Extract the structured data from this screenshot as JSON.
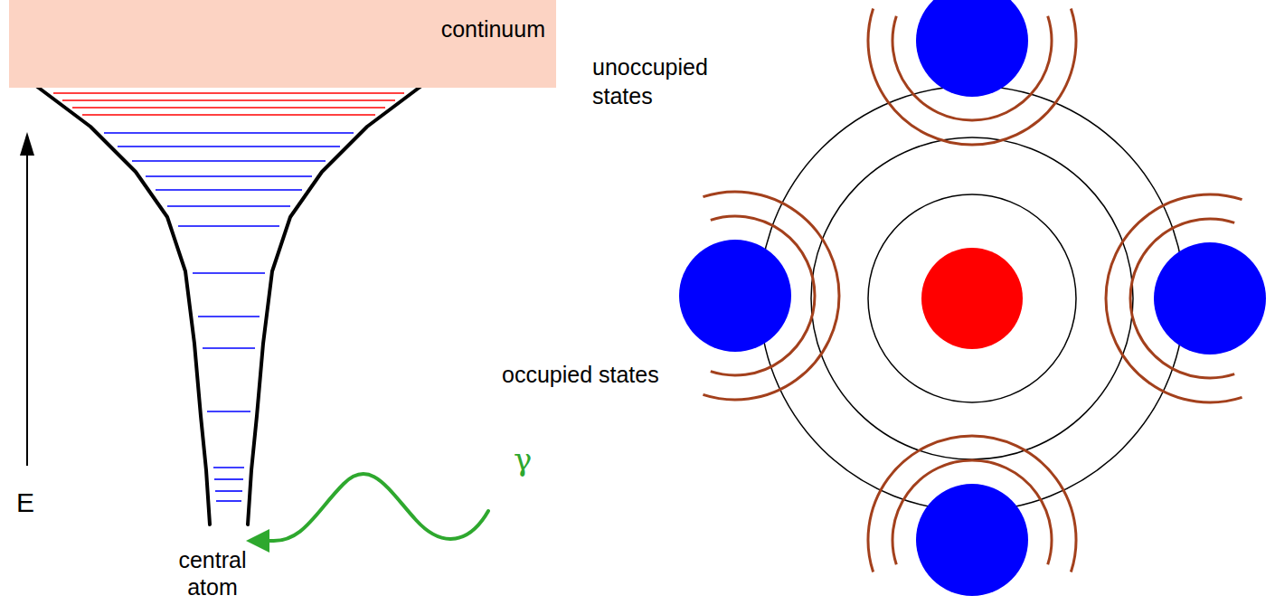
{
  "diagram": {
    "nodes": [
      {
        "text": [
          "continuum"
        ]
      }
    ],
    "labels": [
      "unoccupied states",
      "occupied states",
      "E",
      "central atom",
      "γ"
    ]
  }
}
